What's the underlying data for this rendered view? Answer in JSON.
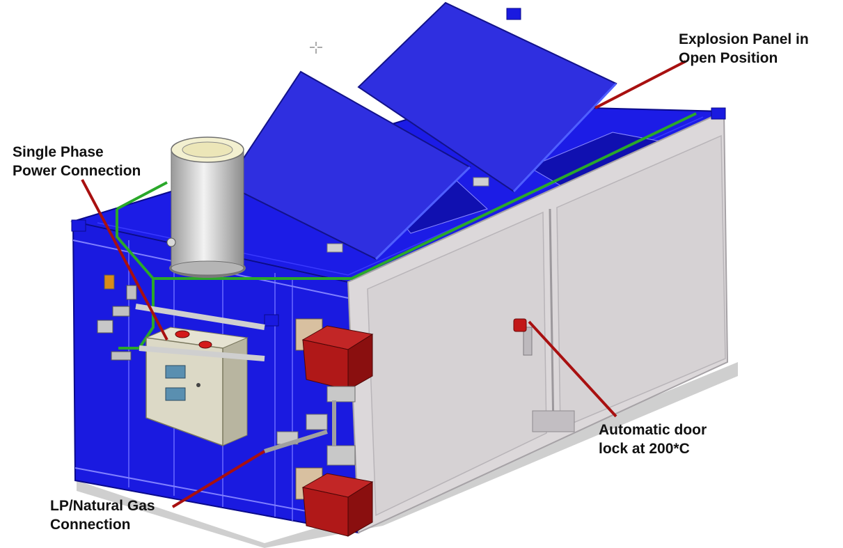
{
  "labels": {
    "explosion_panel": [
      "Explosion Panel in",
      "Open Position"
    ],
    "power_connection": [
      "Single Phase",
      "Power Connection"
    ],
    "door_lock": [
      "Automatic door",
      "lock at 200*C"
    ],
    "gas_connection": [
      "LP/Natural Gas",
      "Connection"
    ]
  },
  "colors": {
    "body_blue": "#1616e0",
    "panel_blue": "#2a2ad8",
    "door_gray": "#d9d5d7",
    "burner_red": "#b01818",
    "leader_red": "#a81010",
    "pipe_green": "#29a829",
    "control_box": "#dcd9c6"
  },
  "icons": [
    "cursor-crosshair-icon"
  ]
}
